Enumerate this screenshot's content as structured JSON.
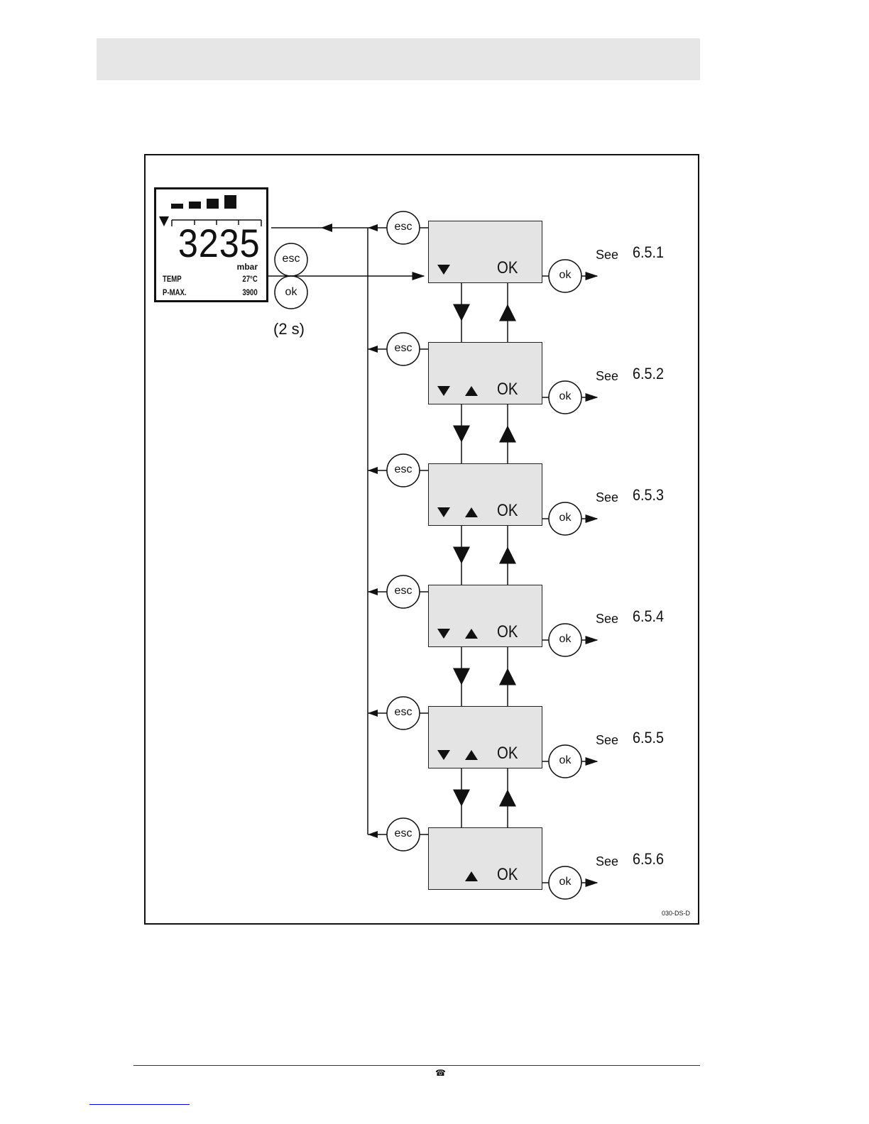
{
  "lcd": {
    "reading": "3235",
    "unit": "mbar",
    "row1_label": "TEMP",
    "row1_value": "27°C",
    "row2_label": "P-MAX.",
    "row2_value": "3900"
  },
  "buttons": {
    "esc": "esc",
    "ok": "ok"
  },
  "hold_label": "(2 s)",
  "screen_ok_label": "OK",
  "see_label": "See",
  "menu_items": [
    {
      "ref": "6.5.1",
      "has_down": true,
      "has_up": false
    },
    {
      "ref": "6.5.2",
      "has_down": true,
      "has_up": true
    },
    {
      "ref": "6.5.3",
      "has_down": true,
      "has_up": true
    },
    {
      "ref": "6.5.4",
      "has_down": true,
      "has_up": true
    },
    {
      "ref": "6.5.5",
      "has_down": true,
      "has_up": true
    },
    {
      "ref": "6.5.6",
      "has_down": false,
      "has_up": true
    }
  ],
  "figure_code": "030-DS-D",
  "footer_icon": "telephone-icon"
}
